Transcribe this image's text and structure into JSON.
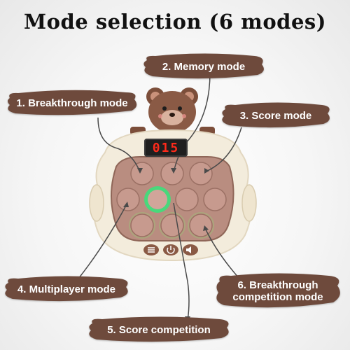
{
  "title": "Mode selection (6 modes)",
  "modes": [
    {
      "label": "1. Breakthrough mode"
    },
    {
      "label": "2. Memory mode"
    },
    {
      "label": "3. Score mode"
    },
    {
      "label": "4. Multiplayer mode"
    },
    {
      "label": "5. Score competition"
    },
    {
      "label_line1": "6. Breakthrough",
      "label_line2": "competition mode"
    }
  ],
  "display": {
    "readout": "015"
  },
  "colors": {
    "label_bg": "#6e4a3c",
    "body": "#f3ecdc",
    "panel": "#b98d80",
    "bubble": "#c79a8e",
    "active_ring": "#3de07a",
    "bear": "#8a5a45"
  },
  "icons": [
    "menu-icon",
    "power-icon",
    "speaker-icon"
  ]
}
